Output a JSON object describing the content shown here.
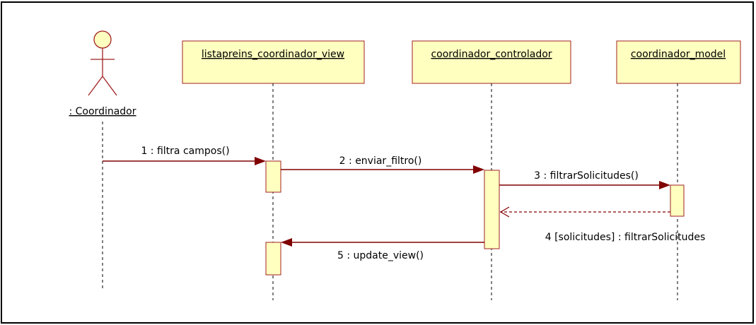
{
  "colors": {
    "participant_fill": "#ffffc0",
    "participant_border": "#a02020",
    "line": "#000000",
    "message": "#800000",
    "frame_border": "#000000"
  },
  "actor": {
    "label": ": Coordinador",
    "icon": "stick-figure-actor-icon"
  },
  "participants": [
    {
      "label": "listapreins_coordinador_view"
    },
    {
      "label": "coordinador_controlador"
    },
    {
      "label": "coordinador_model"
    }
  ],
  "messages": [
    {
      "label": "1 : filtra campos()",
      "type": "sync"
    },
    {
      "label": "2 : enviar_filtro()",
      "type": "sync"
    },
    {
      "label": "3 : filtrarSolicitudes()",
      "type": "sync"
    },
    {
      "label": "4 [solicitudes] : filtrarSolicitudes",
      "type": "return"
    },
    {
      "label": "5 : update_view()",
      "type": "sync"
    }
  ]
}
